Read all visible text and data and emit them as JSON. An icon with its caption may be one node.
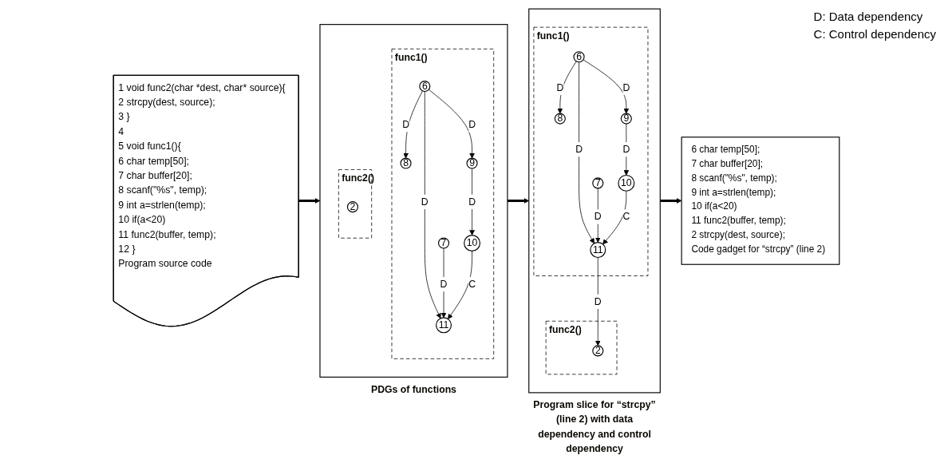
{
  "diagram": {
    "nodes": [
      {
        "text": [
          "1 void func2(char *dest, char* source){",
          "2 strcpy(dest, source);",
          "3 }",
          "4",
          "5 void func1(){",
          "6 char temp[50];",
          "7 char buffer[20];",
          "8 scanf(\"%s\", temp);",
          "9 int a=strlen(temp);",
          "10 if(a<20)",
          "11 func2(buffer, temp);",
          "12 }",
          "Program source code"
        ]
      },
      {
        "text": [
          "PDGs of functions"
        ]
      },
      {
        "text": [
          "func1()"
        ],
        "in": 1
      },
      {
        "text": [
          "6"
        ],
        "in": 2
      },
      {
        "text": [
          "8"
        ],
        "in": 2
      },
      {
        "text": [
          "7"
        ],
        "in": 2
      },
      {
        "text": [
          "9"
        ],
        "in": 2
      },
      {
        "text": [
          "10"
        ],
        "in": 2
      },
      {
        "text": [
          "11"
        ],
        "in": 2
      },
      {
        "text": [
          "func2()"
        ],
        "in": 1
      },
      {
        "text": [
          "2"
        ],
        "in": 9
      },
      {
        "text": [
          "Program slice for “strcpy” (line 2) with data dependency and control dependency"
        ]
      },
      {
        "text": [
          "func1()"
        ],
        "in": 11
      },
      {
        "text": [
          "6"
        ],
        "in": 12
      },
      {
        "text": [
          "8"
        ],
        "in": 12
      },
      {
        "text": [
          "7"
        ],
        "in": 12
      },
      {
        "text": [
          "9"
        ],
        "in": 12
      },
      {
        "text": [
          "10"
        ],
        "in": 12
      },
      {
        "text": [
          "11"
        ],
        "in": 12
      },
      {
        "text": [
          "func2()"
        ],
        "in": 11
      },
      {
        "text": [
          "2"
        ],
        "in": 19
      },
      {
        "text": [
          "6 char temp[50];",
          "7 char buffer[20];",
          "8 scanf(\"%s\", temp);",
          "9 int a=strlen(temp);",
          "10 if(a<20)",
          "11 func2(buffer, temp);",
          "2 strcpy(dest, source);",
          "Code gadget for “strcpy” (line 2)"
        ]
      }
    ],
    "edges": [
      {
        "from": 3,
        "to": 4,
        "arrow": "to",
        "label": "D"
      },
      {
        "from": 3,
        "to": 6,
        "arrow": "to",
        "label": "D"
      },
      {
        "from": 3,
        "to": 8,
        "arrow": "to",
        "label": "D"
      },
      {
        "from": 5,
        "to": 8,
        "arrow": "to",
        "label": "D"
      },
      {
        "from": 6,
        "to": 7,
        "arrow": "to",
        "label": "D"
      },
      {
        "from": 7,
        "to": 8,
        "arrow": "to",
        "label": "C"
      },
      {
        "from": 13,
        "to": 14,
        "arrow": "to",
        "label": "D"
      },
      {
        "from": 13,
        "to": 16,
        "arrow": "to",
        "label": "D"
      },
      {
        "from": 13,
        "to": 18,
        "arrow": "to",
        "label": "D"
      },
      {
        "from": 15,
        "to": 18,
        "arrow": "to",
        "label": "D"
      },
      {
        "from": 16,
        "to": 17,
        "arrow": "to",
        "label": "D"
      },
      {
        "from": 17,
        "to": 18,
        "arrow": "to",
        "label": "C"
      },
      {
        "from": 18,
        "to": 20,
        "arrow": "to",
        "label": "D"
      },
      {
        "from": 0,
        "to": 1,
        "arrow": "to",
        "style": "thick"
      },
      {
        "from": 1,
        "to": 11,
        "arrow": "to",
        "style": "thick"
      },
      {
        "from": 11,
        "to": 21,
        "arrow": "to",
        "style": "thick"
      }
    ],
    "labels": [
      "D: Data dependency",
      "C: Control dependency"
    ]
  }
}
